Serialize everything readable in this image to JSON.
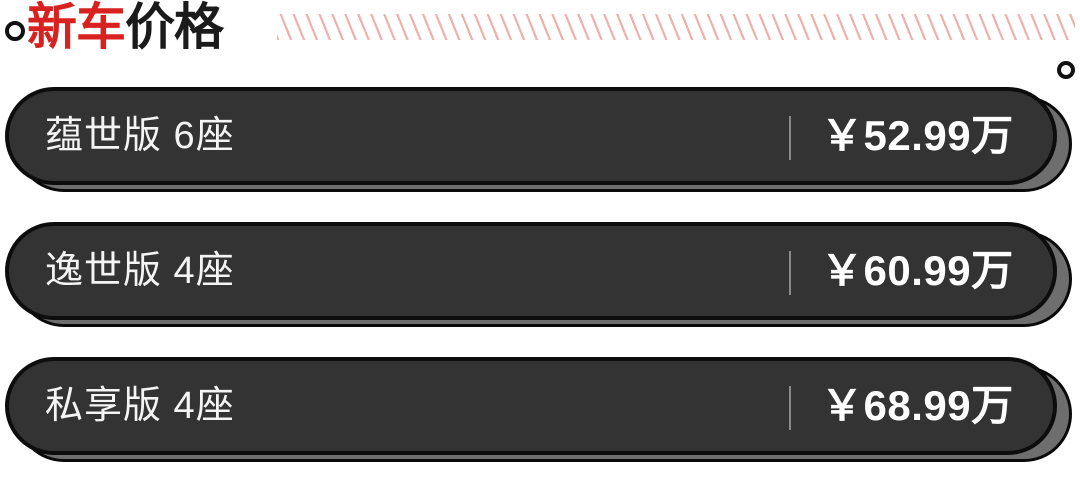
{
  "header": {
    "bullet_icon": "ring-bullet-icon",
    "bullet_icon_secondary": "ring-bullet-icon",
    "title_highlight": "新车",
    "title_rest": "价格",
    "title_full": "新车价格",
    "hatch_decoration": "diagonal-stripes-decoration",
    "accent_color": "#D8221F",
    "hatch_color": "#F0B0AB"
  },
  "price_list": {
    "currency_symbol": "￥",
    "unit": "万",
    "rows": [
      {
        "trim_name": "蕴世版 6座",
        "price": "￥52.99万"
      },
      {
        "trim_name": "逸世版 4座",
        "price": "￥60.99万"
      },
      {
        "trim_name": "私享版 4座",
        "price": "￥68.99万"
      }
    ]
  },
  "theme": {
    "pill_fill": "#333333",
    "pill_border": "#0D0D0D",
    "pill_shadow": "#6E6E6E",
    "text_color": "#F4F4F4",
    "background": "#FFFFFF"
  }
}
